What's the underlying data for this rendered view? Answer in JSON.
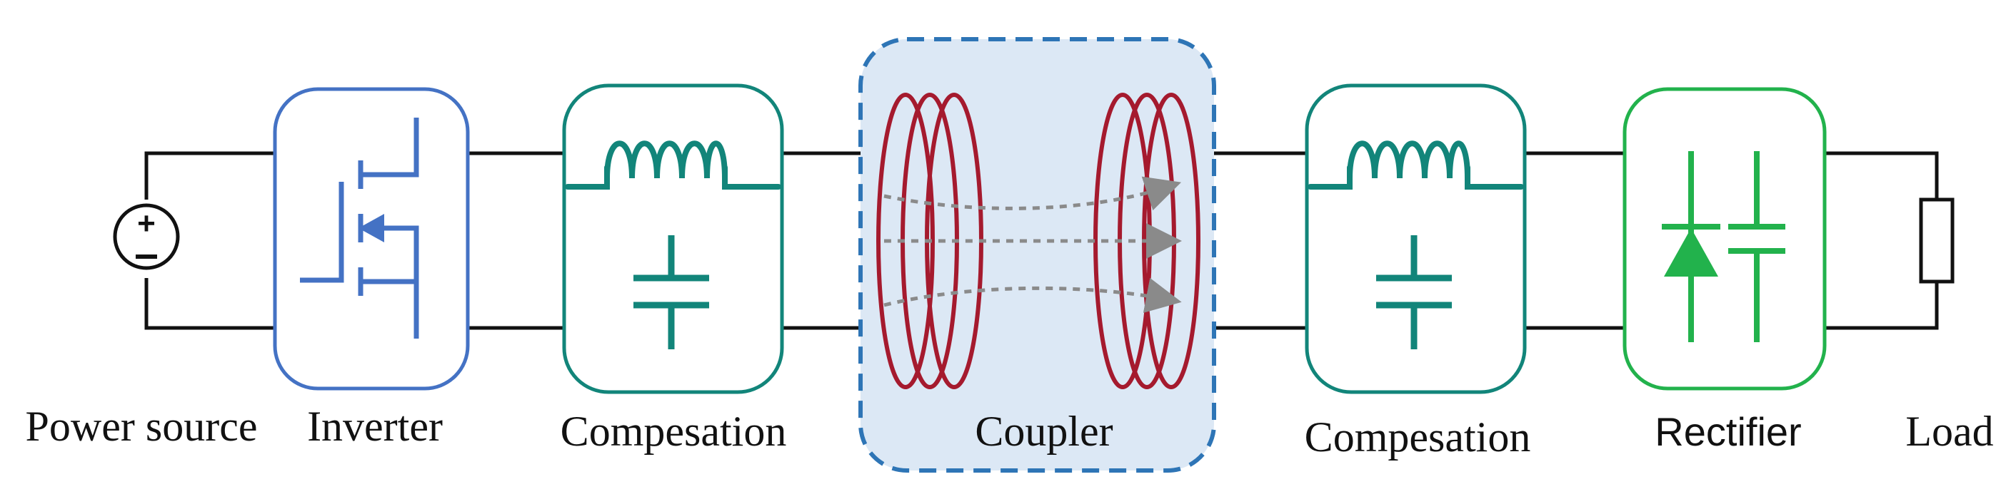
{
  "diagram": {
    "labels": {
      "power_source": "Power source",
      "inverter": "Inverter",
      "compensation_primary": "Compesation",
      "coupler": "Coupler",
      "compensation_secondary": "Compesation",
      "rectifier": "Rectifier",
      "load": "Load"
    },
    "colors": {
      "wire": "#111111",
      "inverter": "#4472C4",
      "compensation": "#12857A",
      "coupler_fill": "#DCE8F5",
      "coupler_border": "#2E75B6",
      "coil": "#A51A2E",
      "flux_arrow": "#8A8A8A",
      "rectifier": "#22B24C"
    },
    "icons": {
      "power_source": "dc-voltage-source-icon",
      "inverter": "mosfet-icon",
      "compensation": "inductor-capacitor-icon",
      "coupler": "coupled-coils-icon",
      "rectifier": "diode-capacitor-icon",
      "load": "resistor-icon"
    }
  }
}
